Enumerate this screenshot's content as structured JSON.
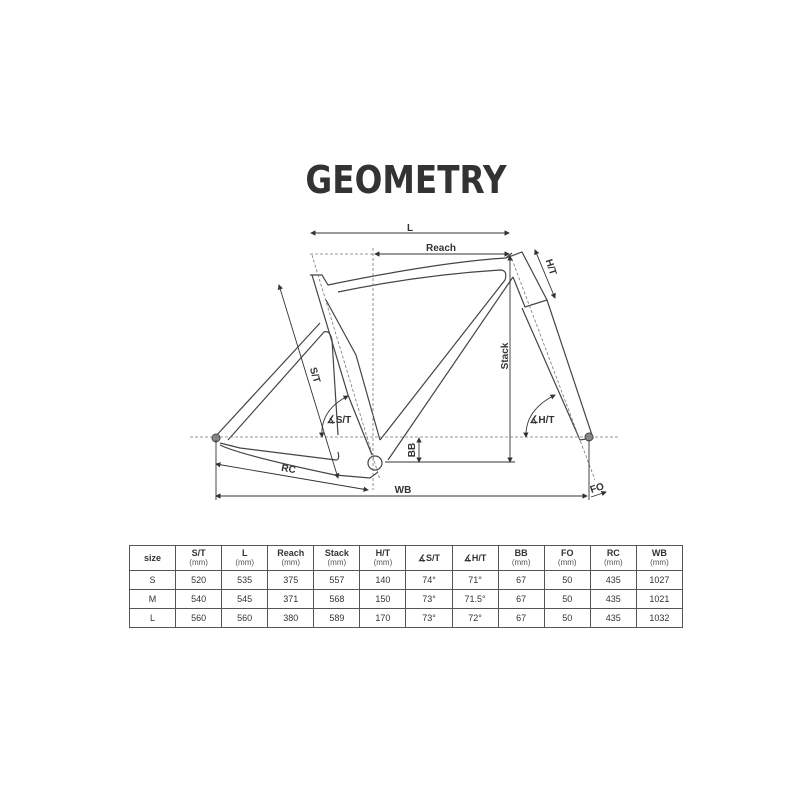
{
  "title": "GEOMETRY",
  "diagram": {
    "labels": {
      "L": "L",
      "reach": "Reach",
      "ht": "H/T",
      "stack": "Stack",
      "st": "S/T",
      "st_angle": "∡S/T",
      "ht_angle": "∡H/T",
      "bb": "BB",
      "rc": "RC",
      "wb": "WB",
      "fo": "FO"
    }
  },
  "table": {
    "columns": [
      {
        "label": "size",
        "unit": ""
      },
      {
        "label": "S/T",
        "unit": "(mm)"
      },
      {
        "label": "L",
        "unit": "(mm)"
      },
      {
        "label": "Reach",
        "unit": "(mm)"
      },
      {
        "label": "Stack",
        "unit": "(mm)"
      },
      {
        "label": "H/T",
        "unit": "(mm)"
      },
      {
        "label": "∡S/T",
        "unit": ""
      },
      {
        "label": "∡H/T",
        "unit": ""
      },
      {
        "label": "BB",
        "unit": "(mm)"
      },
      {
        "label": "FO",
        "unit": "(mm)"
      },
      {
        "label": "RC",
        "unit": "(mm)"
      },
      {
        "label": "WB",
        "unit": "(mm)"
      }
    ],
    "rows": [
      [
        "S",
        "520",
        "535",
        "375",
        "557",
        "140",
        "74°",
        "71°",
        "67",
        "50",
        "435",
        "1027"
      ],
      [
        "M",
        "540",
        "545",
        "371",
        "568",
        "150",
        "73°",
        "71.5°",
        "67",
        "50",
        "435",
        "1021"
      ],
      [
        "L",
        "560",
        "560",
        "380",
        "589",
        "170",
        "73°",
        "72°",
        "67",
        "50",
        "435",
        "1032"
      ]
    ]
  }
}
